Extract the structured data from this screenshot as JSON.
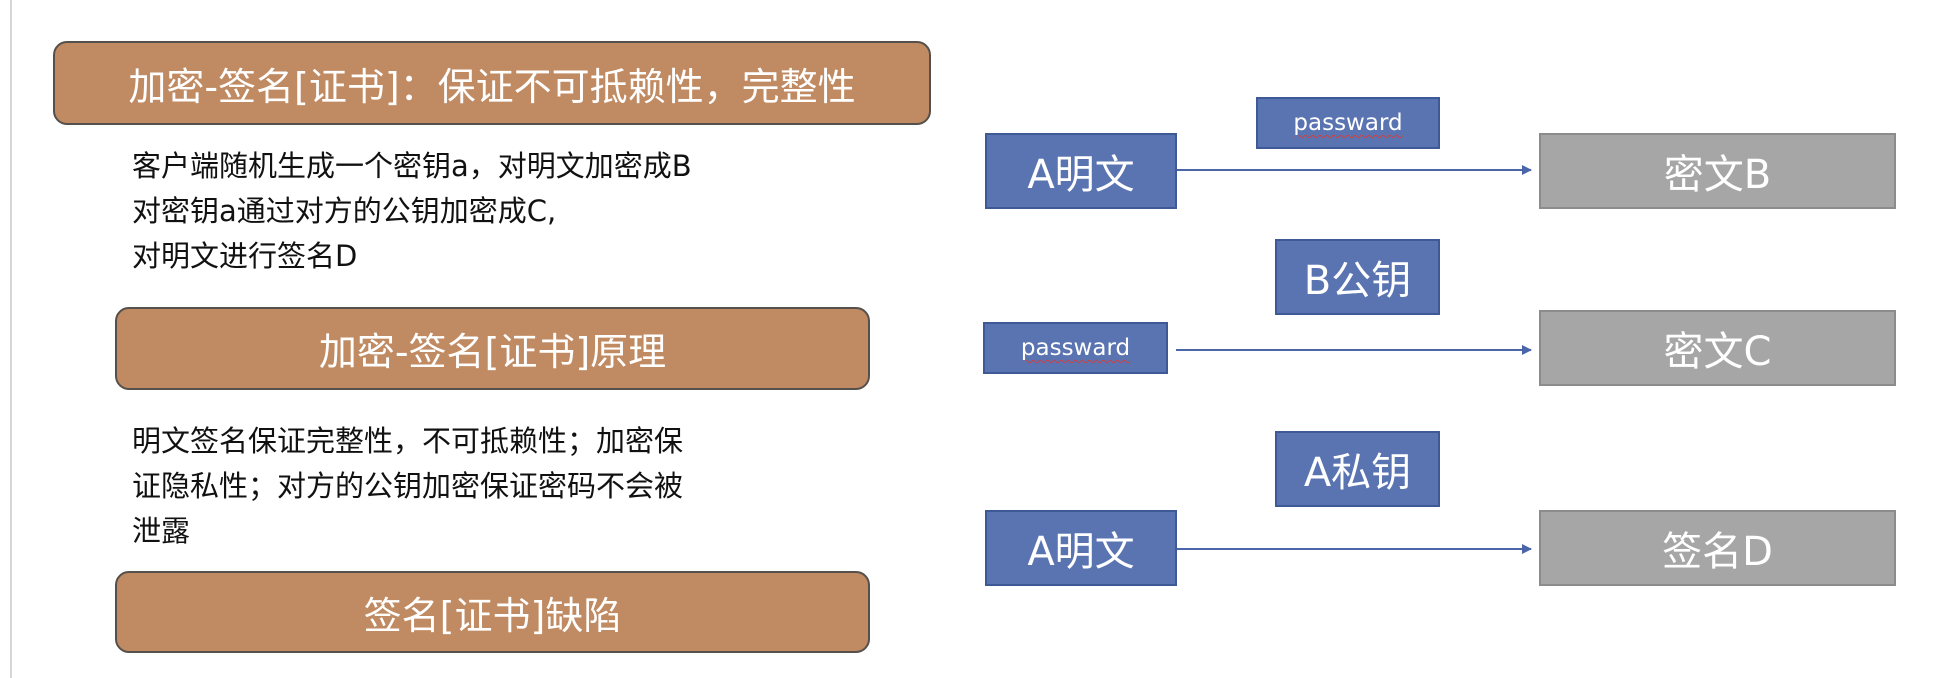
{
  "left": {
    "title1": "加密-签名[证书]：保证不可抵赖性，完整性",
    "para1": [
      "客户端随机生成一个密钥a，对明文加密成B",
      "对密钥a通过对方的公钥加密成C,",
      "对明文进行签名D"
    ],
    "title2": "加密-签名[证书]原理",
    "para2": [
      "明文签名保证完整性，不可抵赖性；加密保",
      "证隐私性；对方的公钥加密保证密码不会被",
      "泄露"
    ],
    "title3": "签名[证书]缺陷"
  },
  "diagram": {
    "row1": {
      "source": "A明文",
      "key": "passward",
      "target": "密文B"
    },
    "row2": {
      "source": "passward",
      "key": "B公钥",
      "target": "密文C"
    },
    "row3": {
      "source": "A明文",
      "key": "A私钥",
      "target": "签名D"
    },
    "colors": {
      "brown": "#c08a62",
      "blue": "#5a74b2",
      "gray": "#a6a6a6",
      "arrow": "#4a66a8"
    }
  }
}
